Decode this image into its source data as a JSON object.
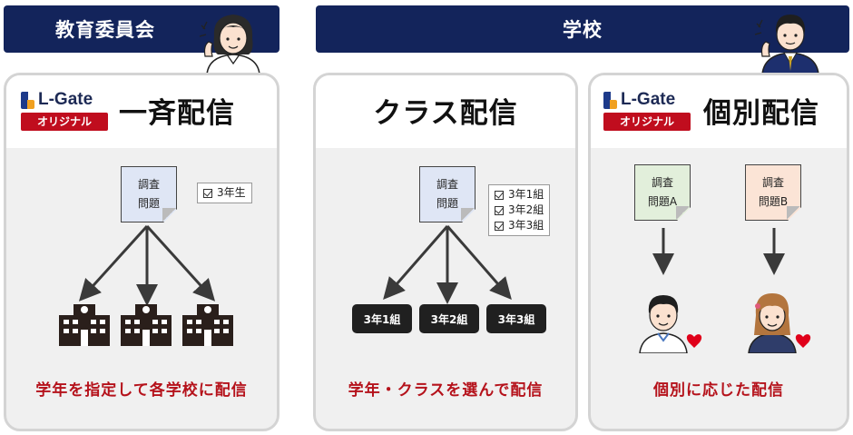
{
  "banners": {
    "board": "教育委員会",
    "school": "学校"
  },
  "logo": {
    "name": "L-Gate",
    "badge": "オリジナル"
  },
  "panel1": {
    "title": "一斉配信",
    "doc": [
      "調査",
      "問題"
    ],
    "check": "3年生",
    "caption": "学年を指定して各学校に配信"
  },
  "panel2": {
    "title": "クラス配信",
    "doc": [
      "調査",
      "問題"
    ],
    "checks": [
      "3年1組",
      "3年2組",
      "3年3組"
    ],
    "classes": [
      "3年1組",
      "3年2組",
      "3年3組"
    ],
    "caption": "学年・クラスを選んで配信"
  },
  "panel3": {
    "title": "個別配信",
    "docA": [
      "調査",
      "問題A"
    ],
    "docB": [
      "調査",
      "問題B"
    ],
    "caption": "個別に応じた配信"
  },
  "colors": {
    "navy": "#13245b",
    "red": "#b5121b",
    "badge": "#c00d1e",
    "heart": "#e0001a"
  }
}
